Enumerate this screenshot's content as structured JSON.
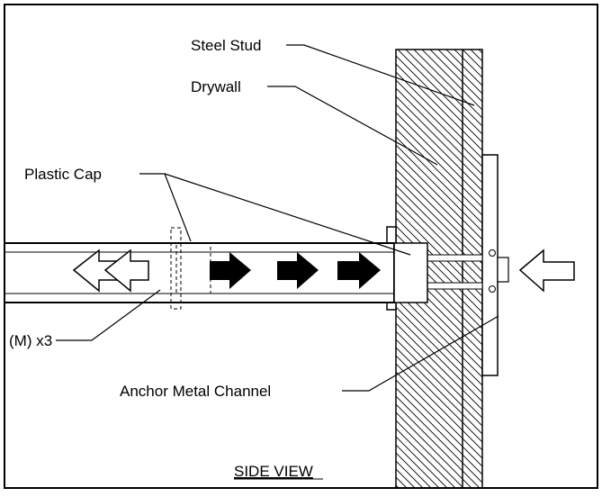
{
  "labels": {
    "steel_stud": "Steel Stud",
    "drywall": "Drywall",
    "plastic_cap": "Plastic Cap",
    "m_x3": "(M) x3",
    "anchor_metal_channel": "Anchor Metal Channel",
    "side_view": "SIDE VIEW"
  },
  "colors": {
    "line": "#000000",
    "background": "#ffffff",
    "arrow_fill": "#000000"
  },
  "icons": {
    "outline_arrow": "left-outline-arrow",
    "solid_arrow": "right-solid-arrow"
  }
}
